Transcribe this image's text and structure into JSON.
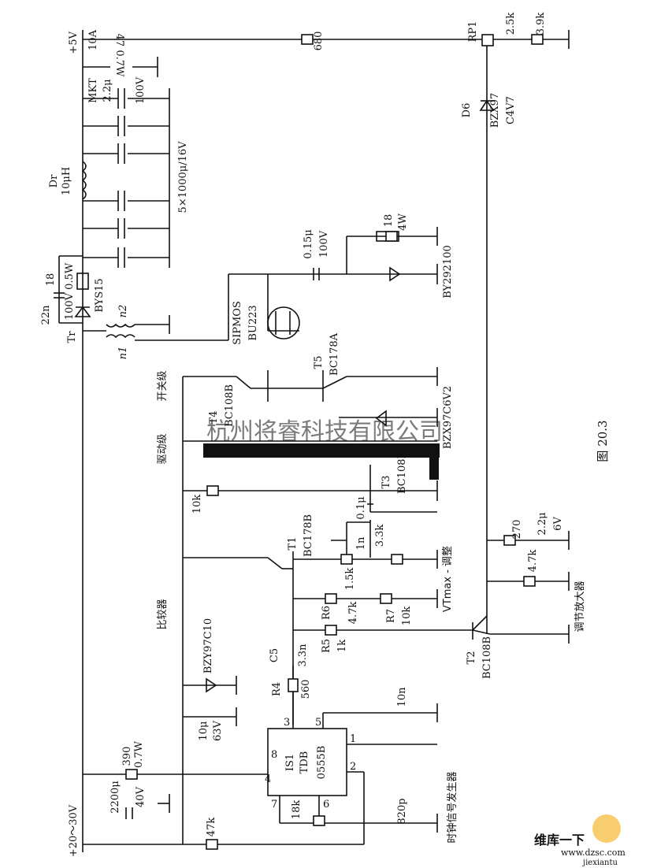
{
  "labels": {
    "plus5v": "+5V",
    "amp10": "10A",
    "r680": "680",
    "rp1": "RP1",
    "rp1_val": "2.5k",
    "r3_9k": "3.9k",
    "r47_07w": "47 0.7W",
    "mkt": "MKT",
    "c2_2u": "2.2μ",
    "v100": "100V",
    "caps5": "5×1000μ/16V",
    "dr": "Dr",
    "l10uh": "10μH",
    "r18": "18",
    "c22n": "22n",
    "v100_05w": "100V 0.5W",
    "bys15": "BYS15",
    "tr": "Tr",
    "n1": "n1",
    "n2": "n2",
    "d6": "D6",
    "bzx97": "BZX97",
    "c4v7": "C4V7",
    "c015u": "0.15μ",
    "c015u_v": "100V",
    "r18_4w_a": "18",
    "r18_4w_b": "4W",
    "by292100": "BY292100",
    "sipmos": "SIPMOS",
    "bu223": "BU223",
    "t5": "T5",
    "bc178a": "BC178A",
    "t4": "T4",
    "bc108b_t4": "BC108B",
    "switch_stage": "开关级",
    "drive_stage": "驱动级",
    "bzx97c6v2": "BZX97C6V2",
    "t3": "T3",
    "bc108b_t3": "BC108B",
    "r10k": "10k",
    "c01u": "0.1μ",
    "c1n": "1n",
    "r3_3k": "3.3k",
    "t1": "T1",
    "bc178b": "BC178B",
    "r1_5k": "1.5k",
    "vtmax": "VTmax - 调整",
    "comparator": "比较器",
    "r6": "R6",
    "r6v": "4.7k",
    "r7": "R7",
    "r7v": "10k",
    "r5": "R5",
    "r5v": "1k",
    "c5": "C5",
    "c5v": "3.3n",
    "r4": "R4",
    "r4v": "560",
    "bzy97c10": "BZY97C10",
    "c10u": "10μ",
    "c63v": "63V",
    "c10n": "10n",
    "is1": "IS1",
    "tdb": "TDB",
    "ic0555b": "0555B",
    "pin3": "3",
    "pin5": "5",
    "pin1": "1",
    "pin2": "2",
    "pin4": "4",
    "pin8": "8",
    "pin7": "7",
    "pin6": "6",
    "r18k": "18k",
    "c820p": "820p",
    "r390": "390",
    "r390w": "0.7W",
    "c2200u": "2200μ",
    "c40v": "40V",
    "plus20_30v": "+20～30V",
    "r47k": "47k",
    "clock_gen": "时钟信号发生器",
    "r270": "270",
    "c2_2u_b": "2.2μ",
    "c6v": "6V",
    "r4_7k": "4.7k",
    "regulator_amp": "调节放大器",
    "t2": "T2",
    "bc108b_t2": "BC108B",
    "fig": "图 20.3",
    "watermark": "杭州将睿科技有限公司",
    "logo_top": "维库一下",
    "logo_url": "www.dzsc.com",
    "logo_bottom": "jiexiantu"
  }
}
